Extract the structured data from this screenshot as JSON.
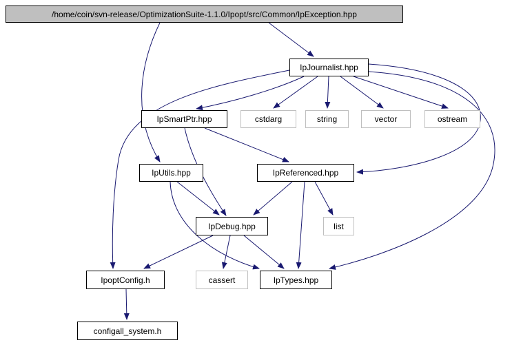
{
  "diagram": {
    "type": "include-dependency-graph",
    "colors": {
      "edge": "#191970",
      "node_border": "#000000",
      "system_node_border": "#bfbfbf",
      "current_node_fill": "#bfbfbf",
      "node_fill": "#ffffff",
      "text": "#000000",
      "background": "#ffffff"
    },
    "nodes": [
      {
        "id": "IpException",
        "label": "/home/coin/svn-release/OptimizationSuite-1.1.0/Ipopt/src/Common/IpException.hpp",
        "kind": "current"
      },
      {
        "id": "IpJournalist",
        "label": "IpJournalist.hpp",
        "kind": "file"
      },
      {
        "id": "IpSmartPtr",
        "label": "IpSmartPtr.hpp",
        "kind": "file"
      },
      {
        "id": "cstdarg",
        "label": "cstdarg",
        "kind": "system"
      },
      {
        "id": "string",
        "label": "string",
        "kind": "system"
      },
      {
        "id": "vector",
        "label": "vector",
        "kind": "system"
      },
      {
        "id": "ostream",
        "label": "ostream",
        "kind": "system"
      },
      {
        "id": "IpUtils",
        "label": "IpUtils.hpp",
        "kind": "file"
      },
      {
        "id": "IpReferenced",
        "label": "IpReferenced.hpp",
        "kind": "file"
      },
      {
        "id": "IpDebug",
        "label": "IpDebug.hpp",
        "kind": "file"
      },
      {
        "id": "list",
        "label": "list",
        "kind": "system"
      },
      {
        "id": "IpoptConfig",
        "label": "IpoptConfig.h",
        "kind": "file"
      },
      {
        "id": "cassert",
        "label": "cassert",
        "kind": "system"
      },
      {
        "id": "IpTypes",
        "label": "IpTypes.hpp",
        "kind": "file"
      },
      {
        "id": "configall_system",
        "label": "configall_system.h",
        "kind": "file"
      }
    ],
    "edges": [
      {
        "from": "IpException",
        "to": "IpJournalist"
      },
      {
        "from": "IpException",
        "to": "IpUtils"
      },
      {
        "from": "IpJournalist",
        "to": "IpoptConfig"
      },
      {
        "from": "IpJournalist",
        "to": "IpSmartPtr"
      },
      {
        "from": "IpJournalist",
        "to": "cstdarg"
      },
      {
        "from": "IpJournalist",
        "to": "string"
      },
      {
        "from": "IpJournalist",
        "to": "vector"
      },
      {
        "from": "IpJournalist",
        "to": "ostream"
      },
      {
        "from": "IpJournalist",
        "to": "IpReferenced"
      },
      {
        "from": "IpJournalist",
        "to": "IpTypes"
      },
      {
        "from": "IpSmartPtr",
        "to": "IpReferenced"
      },
      {
        "from": "IpSmartPtr",
        "to": "IpDebug"
      },
      {
        "from": "IpUtils",
        "to": "IpDebug"
      },
      {
        "from": "IpUtils",
        "to": "IpTypes"
      },
      {
        "from": "IpReferenced",
        "to": "IpDebug"
      },
      {
        "from": "IpReferenced",
        "to": "list"
      },
      {
        "from": "IpReferenced",
        "to": "IpTypes"
      },
      {
        "from": "IpDebug",
        "to": "IpoptConfig"
      },
      {
        "from": "IpDebug",
        "to": "cassert"
      },
      {
        "from": "IpDebug",
        "to": "IpTypes"
      },
      {
        "from": "IpoptConfig",
        "to": "configall_system"
      }
    ]
  }
}
